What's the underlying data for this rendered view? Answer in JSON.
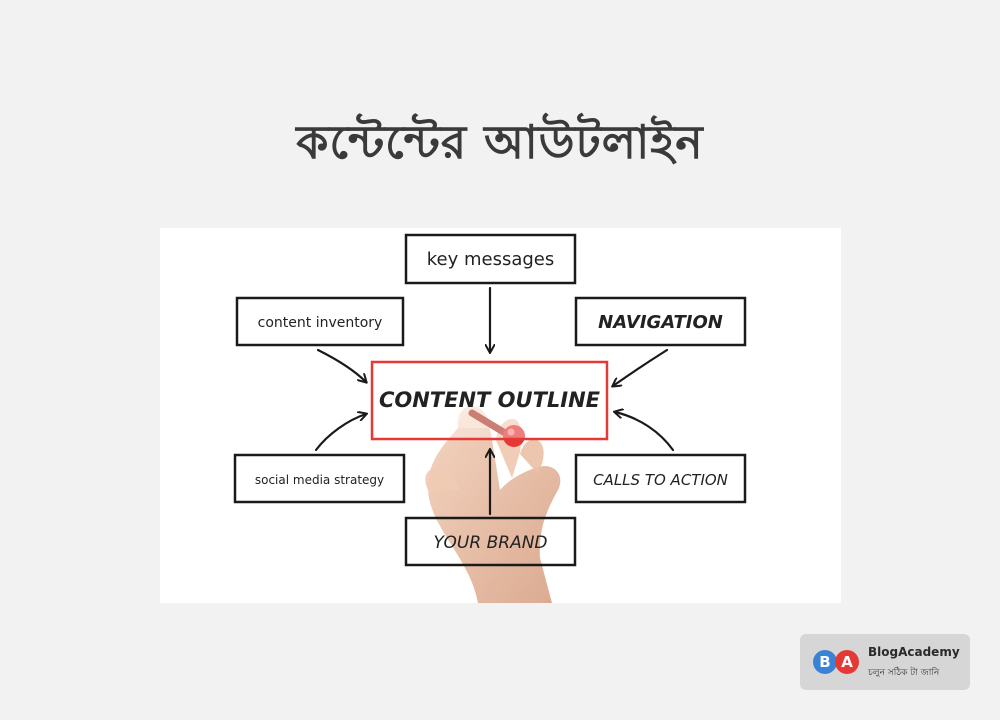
{
  "title": "কন্টেন্টের আউটলাইন",
  "diagram": {
    "center": "CONTENT OUTLINE",
    "nodes": {
      "key_messages": "key messages",
      "content_inventory": "content inventory",
      "navigation": "NAVIGATION",
      "social_media_strategy": "social media strategy",
      "calls_to_action": "CALLS TO ACTION",
      "your_brand": "YOUR BRAND"
    },
    "accent_color": "#e53935"
  },
  "badge": {
    "b_letter": "B",
    "a_letter": "A",
    "brand": "BlogAcademy",
    "tagline": "চলুন সঠিক টা জানি",
    "b_color": "#3b82d6",
    "a_color": "#e53935"
  }
}
